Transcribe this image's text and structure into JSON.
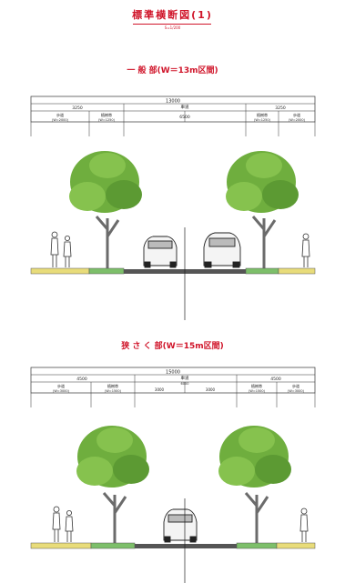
{
  "page": {
    "title": "標準横断図(1)",
    "scale": "S=1/200"
  },
  "sections": [
    {
      "title": "一 般 部(W＝13m区間)",
      "total_width": "13000",
      "row2_labels": [
        "3250",
        "車道",
        "3250"
      ],
      "roadway_label": "6500",
      "row3_labels": [
        "歩道",
        "植樹帯",
        "植樹帯",
        "歩道"
      ],
      "row3_sub": [
        "(W=2000)",
        "(W=1250)",
        "(W=1250)",
        "(W=2000)"
      ],
      "cars": 2
    },
    {
      "title": "狭 さ く 部(W＝15m区間)",
      "total_width": "15000",
      "row2_labels": [
        "4500",
        "車道",
        "4500"
      ],
      "roadway_label": "6000",
      "row3_labels": [
        "歩道",
        "植樹帯",
        "植樹帯",
        "歩道"
      ],
      "row3_sub": [
        "(W=3000)",
        "(W=1500)",
        "(W=1500)",
        "(W=3000)"
      ],
      "lane_labels": [
        "3000",
        "3000"
      ],
      "cars": 1
    }
  ],
  "colors": {
    "title": "#d0152a",
    "sidewalk": "#e8dc7a",
    "planting": "#7dbf6a",
    "roadway": "#555555",
    "tree_foliage": "#6fae3e",
    "tree_trunk": "#6b6b6b"
  }
}
